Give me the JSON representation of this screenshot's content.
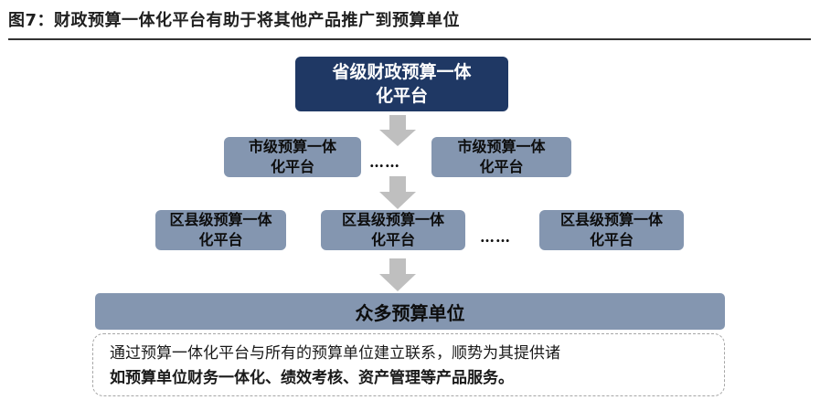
{
  "title": "图7：财政预算一体化平台有助于将其他产品推广到预算单位",
  "diagram": {
    "province": "省级财政预算一体化平台",
    "city_left": "市级预算一体化平台",
    "city_right": "市级预算一体化平台",
    "city_ellipsis": "……",
    "county_left": "区县级预算一体化平台",
    "county_mid": "区县级预算一体化平台",
    "county_right": "区县级预算一体化平台",
    "county_ellipsis": "……",
    "units": "众多预算单位",
    "description_line1": "通过预算一体化平台与所有的预算单位建立联系，顺势为其提供诸",
    "description_line2": "如预算单位财务一体化、绩效考核、资产管理等产品服务。"
  },
  "colors": {
    "top_box": "#1f3864",
    "level_box": "#8496b0",
    "arrow": "#bfbfbf"
  }
}
